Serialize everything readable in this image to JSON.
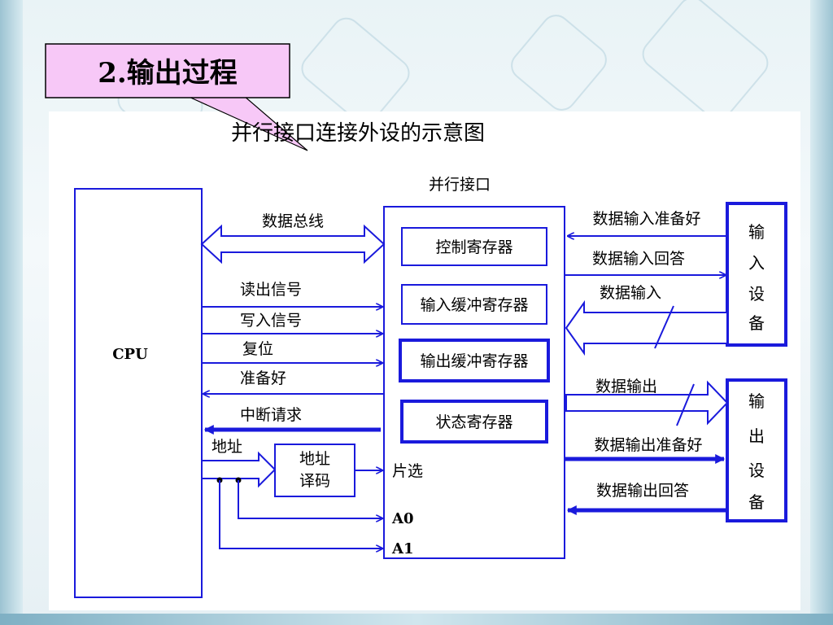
{
  "slide_title": "2.输出过程",
  "diagram_title": "并行接口连接外设的示意图",
  "cpu_label": "CPU",
  "interface_label": "并行接口",
  "registers": {
    "control": "控制寄存器",
    "input_buffer": "输入缓冲寄存器",
    "output_buffer": "输出缓冲寄存器",
    "status": "状态寄存器"
  },
  "cpu_signals": {
    "data_bus": "数据总线",
    "read": "读出信号",
    "write": "写入信号",
    "reset": "复位",
    "ready": "准备好",
    "interrupt": "中断请求",
    "address": "地址"
  },
  "decoder": {
    "line1": "地址",
    "line2": "译码"
  },
  "interface_pins": {
    "chip_select": "片选",
    "a0": "A0",
    "a1": "A1"
  },
  "input_device": {
    "c1": "输",
    "c2": "入",
    "c3": "设",
    "c4": "备"
  },
  "output_device": {
    "c1": "输",
    "c2": "出",
    "c3": "设",
    "c4": "备"
  },
  "device_signals": {
    "input_ready": "数据输入准备好",
    "input_ack": "数据输入回答",
    "data_input": "数据输入",
    "data_output": "数据输出",
    "output_ready": "数据输出准备好",
    "output_ack": "数据输出回答"
  },
  "colors": {
    "blue": "#1a1adc",
    "callout_fill": "#f7c8f7",
    "panel": "#ffffff"
  }
}
